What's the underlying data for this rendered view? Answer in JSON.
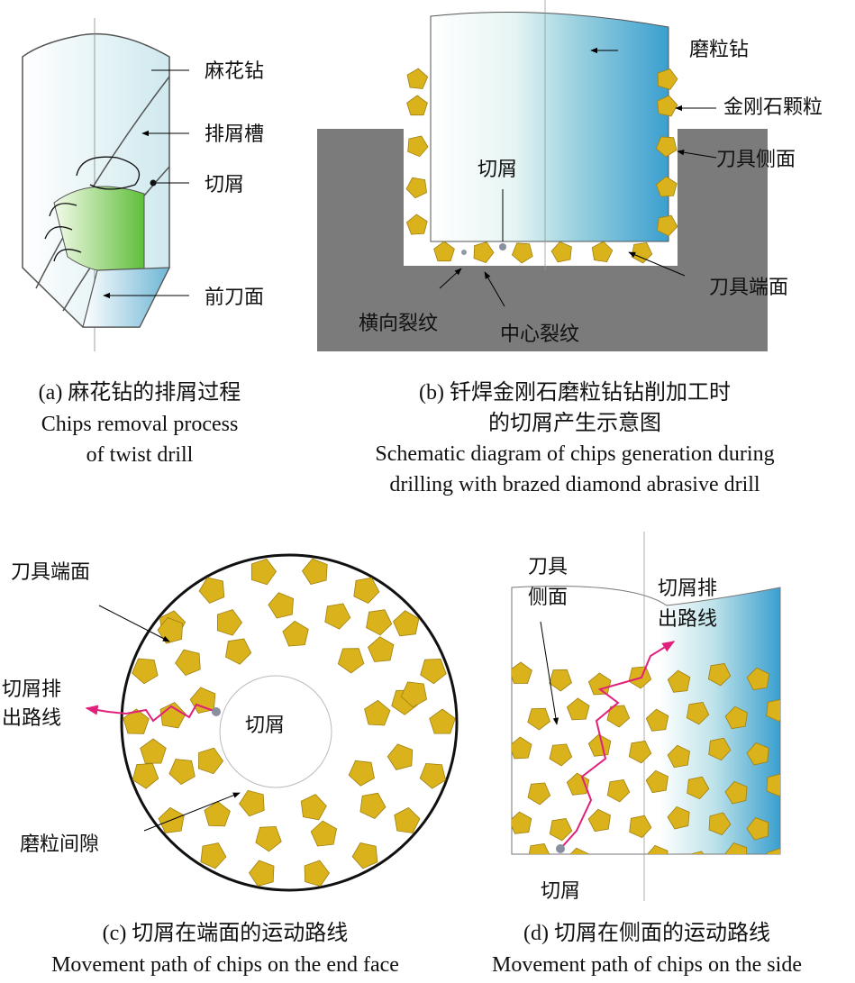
{
  "panel_a": {
    "labels": {
      "drill": "麻花钻",
      "flute": "排屑槽",
      "chip": "切屑",
      "rake_face": "前刀面"
    },
    "caption_cn": "(a) 麻花钻的排屑过程",
    "caption_en_1": "Chips removal process",
    "caption_en_2": "of twist drill"
  },
  "panel_b": {
    "labels": {
      "abrasive_drill": "磨粒钻",
      "diamond_grit": "金刚石颗粒",
      "side_face": "刀具侧面",
      "chip": "切屑",
      "end_face": "刀具端面",
      "lateral_crack": "横向裂纹",
      "center_crack": "中心裂纹"
    },
    "caption_cn_1": "(b) 钎焊金刚石磨粒钻钻削加工时",
    "caption_cn_2": "的切屑产生示意图",
    "caption_en_1": "Schematic diagram of chips generation during",
    "caption_en_2": "drilling with brazed diamond abrasive drill"
  },
  "panel_c": {
    "labels": {
      "end_face": "刀具端面",
      "path_1": "切屑排",
      "path_2": "出路线",
      "chip": "切屑",
      "gap": "磨粒间隙"
    },
    "caption_cn": "(c) 切屑在端面的运动路线",
    "caption_en": "Movement path of chips on the end face"
  },
  "panel_d": {
    "labels": {
      "side_1": "刀具",
      "side_2": "侧面",
      "path_1": "切屑排",
      "path_2": "出路线",
      "chip": "切屑"
    },
    "caption_cn": "(d) 切屑在侧面的运动路线",
    "caption_en": "Movement path of chips on the side"
  },
  "colors": {
    "grit": "#d9b21c",
    "workpiece": "#7b7b7b",
    "path": "#e0207a",
    "drill_blue": "#3a9fcf"
  }
}
